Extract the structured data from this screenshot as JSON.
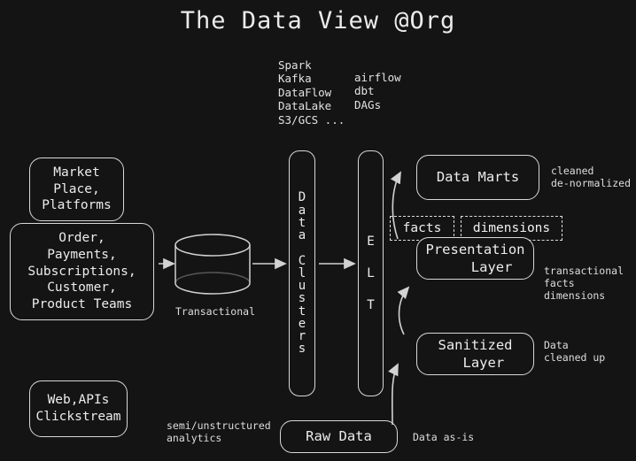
{
  "page": {
    "title": "The Data View @Org",
    "background_color": "#141414",
    "stroke_color": "#d8d8d8",
    "text_color": "#ececec"
  },
  "tech_stack": {
    "column_left": "Spark\nKafka\nDataFlow\nDataLake\nS3/GCS ...",
    "column_right": "airflow\ndbt\nDAGs"
  },
  "sources": {
    "marketplace_box": "Market\nPlace,\nPlatforms",
    "transactional_sources_box": "Order,\nPayments,\nSubscriptions,\nCustomer,\nProduct Teams",
    "web_box": "Web,APIs\nClickstream",
    "semi_unstructured_note": "semi/unstructured\nanalytics"
  },
  "storage": {
    "database_label": "Transactional",
    "database_icon": "cylinder-database-icon"
  },
  "pipeline": {
    "data_clusters_label": "D\na\nt\na\n\nC\nl\nu\ns\nt\ne\nr\ns",
    "elt_label": "E\n\nL\n\nT"
  },
  "layers": [
    {
      "name": "data-marts",
      "label": "Data Marts",
      "note": "cleaned\nde-normalized"
    },
    {
      "name": "presentation-layer",
      "label": "Presentation\n    Layer",
      "note": "transactional\nfacts\ndimensions"
    },
    {
      "name": "sanitized-layer",
      "label": "Sanitized\n  Layer",
      "note": "Data\ncleaned up"
    },
    {
      "name": "raw-data",
      "label": "Raw Data",
      "note": "Data as-is"
    }
  ],
  "dashed_tags": {
    "facts": "facts",
    "dimensions": "dimensions"
  }
}
